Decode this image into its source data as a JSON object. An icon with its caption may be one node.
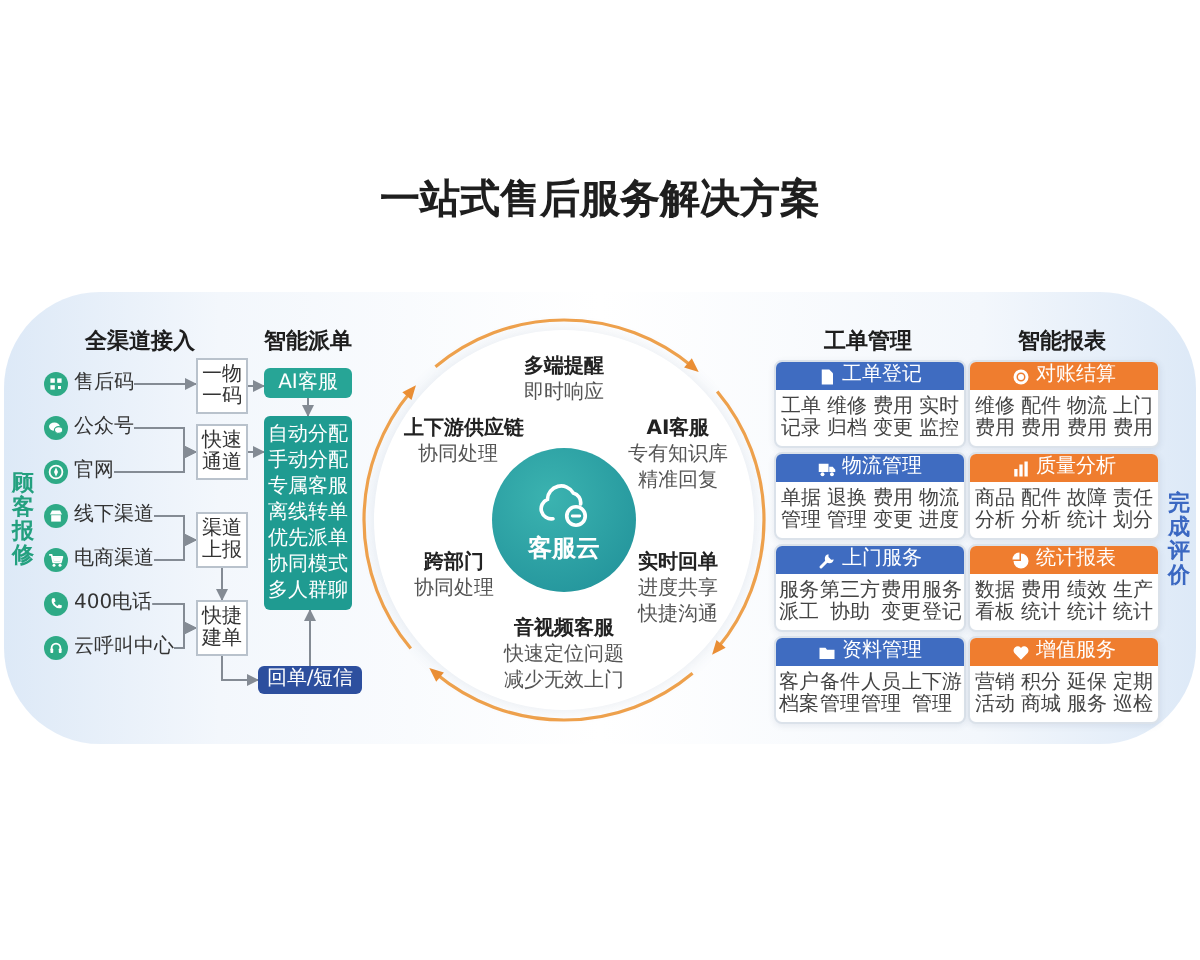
{
  "diagram": {
    "title": "一站式售后服务解决方案",
    "nodes": [
      {
        "text": [
          "售后码"
        ]
      },
      {
        "text": [
          "公众号"
        ]
      },
      {
        "text": [
          "官网"
        ]
      },
      {
        "text": [
          "线下渠道"
        ]
      },
      {
        "text": [
          "电商渠道"
        ]
      },
      {
        "text": [
          "400电话"
        ]
      },
      {
        "text": [
          "云呼叫中心"
        ]
      },
      {
        "text": [
          "一物一码"
        ]
      },
      {
        "text": [
          "快速通道"
        ]
      },
      {
        "text": [
          "渠道上报"
        ]
      },
      {
        "text": [
          "快捷建单"
        ]
      },
      {
        "text": [
          "AI客服"
        ]
      },
      {
        "text": [
          "自动分配",
          "手动分配",
          "专属客服",
          "离线转单",
          "优先派单",
          "协同模式",
          "多人群聊"
        ]
      },
      {
        "text": [
          "回单/短信"
        ]
      },
      {
        "text": [
          "多端提醒",
          "即时响应",
          "上下游供应链",
          "协同处理",
          "AI客服",
          "专有知识库",
          "精准回复",
          "跨部门",
          "协同处理",
          "实时回单",
          "进度共享",
          "快捷沟通",
          "音视频客服",
          "快速定位问题",
          "减少无效上门"
        ]
      },
      {
        "text": [
          "客服云"
        ],
        "in": 14
      },
      {
        "text": [
          "工单登记",
          "工单记录",
          "维修归档",
          "费用变更",
          "实时监控"
        ]
      },
      {
        "text": [
          "对账结算",
          "维修费用",
          "配件费用",
          "物流费用",
          "上门费用"
        ]
      },
      {
        "text": [
          "物流管理",
          "单据管理",
          "退换管理",
          "费用变更",
          "物流进度"
        ]
      },
      {
        "text": [
          "质量分析",
          "商品分析",
          "配件分析",
          "故障统计",
          "责任划分"
        ]
      },
      {
        "text": [
          "上门服务",
          "服务派工",
          "第三方协助",
          "费用变更",
          "服务登记"
        ]
      },
      {
        "text": [
          "统计报表",
          "数据看板",
          "费用统计",
          "绩效统计",
          "生产统计"
        ]
      },
      {
        "text": [
          "资料管理",
          "客户档案",
          "备件管理",
          "人员管理",
          "上下游管理"
        ]
      },
      {
        "text": [
          "增值服务",
          "营销活动",
          "积分商城",
          "延保服务",
          "定期巡检"
        ]
      }
    ],
    "edges": [
      {
        "from": 0,
        "to": 7,
        "arrow": "to"
      },
      {
        "from": 7,
        "to": 11,
        "arrow": "to"
      },
      {
        "from": 11,
        "to": 12,
        "arrow": "to"
      },
      {
        "from": 1,
        "to": 8,
        "arrow": "to"
      },
      {
        "from": 2,
        "to": 8,
        "arrow": "to"
      },
      {
        "from": 8,
        "to": 12,
        "arrow": "to"
      },
      {
        "from": 3,
        "to": 9,
        "arrow": "to"
      },
      {
        "from": 4,
        "to": 9,
        "arrow": "to"
      },
      {
        "from": 9,
        "to": 10,
        "arrow": "to"
      },
      {
        "from": 5,
        "to": 10,
        "arrow": "to"
      },
      {
        "from": 6,
        "to": 10,
        "arrow": "to"
      },
      {
        "from": 10,
        "to": 13,
        "arrow": "to"
      },
      {
        "from": 13,
        "to": 12,
        "arrow": "to"
      }
    ],
    "labels": [
      "全渠道接入",
      "智能派单",
      "工单管理",
      "智能报表",
      "顾客报修",
      "完成评价"
    ]
  }
}
